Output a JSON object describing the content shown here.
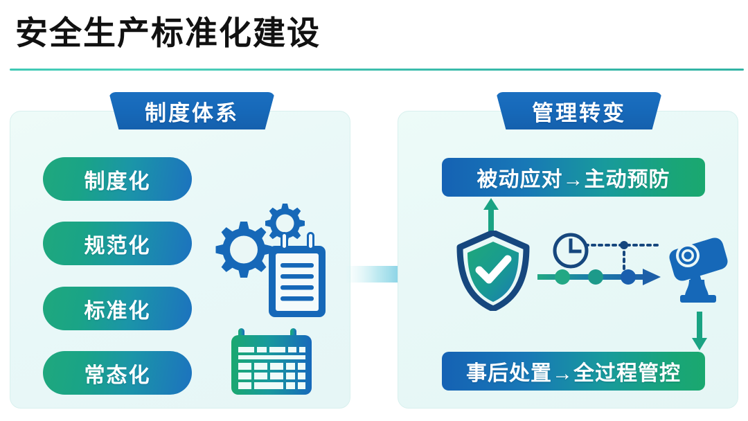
{
  "header": {
    "title": "安全生产标准化建设",
    "divider": "title-divider"
  },
  "panels": {
    "left": {
      "badge_label": "制度体系",
      "pills": [
        {
          "label": "制度化"
        },
        {
          "label": "规范化"
        },
        {
          "label": "标准化"
        },
        {
          "label": "常态化"
        }
      ],
      "icons": [
        {
          "name": "gears-icon",
          "label": "gears"
        },
        {
          "name": "clipboard-icon",
          "label": "clipboard"
        },
        {
          "name": "calendar-icon",
          "label": "calendar"
        }
      ]
    },
    "right": {
      "badge_label": "管理转变",
      "bars": [
        {
          "label": "被动应对→主动预防"
        },
        {
          "label": "事后处置→全过程管控"
        }
      ],
      "icons": [
        {
          "name": "shield-check-icon",
          "label": "shield"
        },
        {
          "name": "clock-icon",
          "label": "clock"
        },
        {
          "name": "cctv-camera-icon",
          "label": "camera"
        },
        {
          "name": "timeline-arrow-icon",
          "label": "timeline"
        }
      ]
    }
  },
  "flow": {
    "center_arrow": "right-arrow-icon",
    "arrow_up": "up-arrow-icon",
    "arrow_down": "down-arrow-icon"
  },
  "colors": {
    "title_text": "#111111",
    "divider": "#3ec8b4",
    "badge_blue": "#1668b8",
    "pill_gradient_start": "#1fa87d",
    "pill_gradient_end": "#1c72bf",
    "bar_gradient_start": "#1562b4",
    "bar_gradient_end": "#1aa86f",
    "panel_bg": "#e8f8f7",
    "icon_blue": "#1668b8",
    "icon_green": "#1aa583",
    "icon_navy": "#16477e",
    "page_bg": "#ffffff"
  }
}
